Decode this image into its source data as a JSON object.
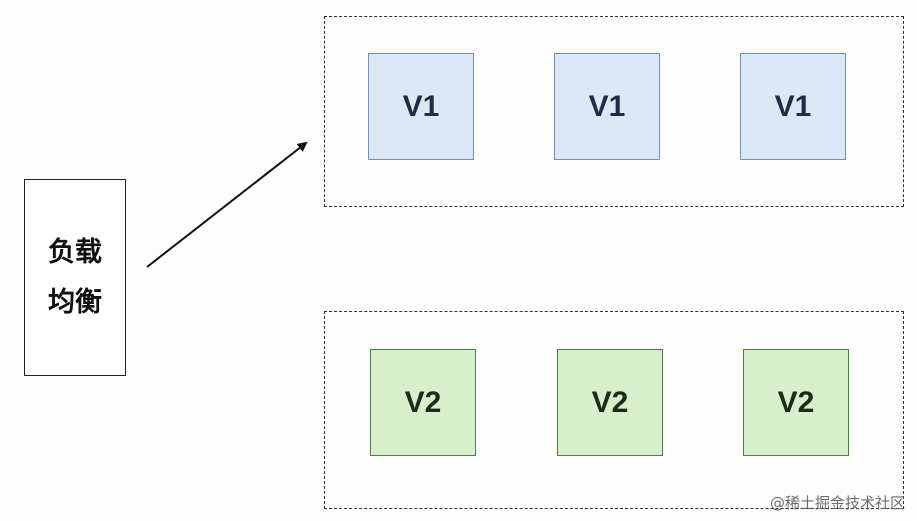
{
  "load_balancer": {
    "label": "负载均衡"
  },
  "groups": {
    "v1": {
      "boxes": [
        "V1",
        "V1",
        "V1"
      ]
    },
    "v2": {
      "boxes": [
        "V2",
        "V2",
        "V2"
      ]
    }
  },
  "watermark": {
    "text": "@稀土掘金技术社区"
  },
  "colors": {
    "v1_fill": "#dde8f7",
    "v1_border": "#6f8fc0",
    "v2_fill": "#d7f0cb",
    "v2_border": "#4f7c46",
    "arrow": "#111111"
  }
}
